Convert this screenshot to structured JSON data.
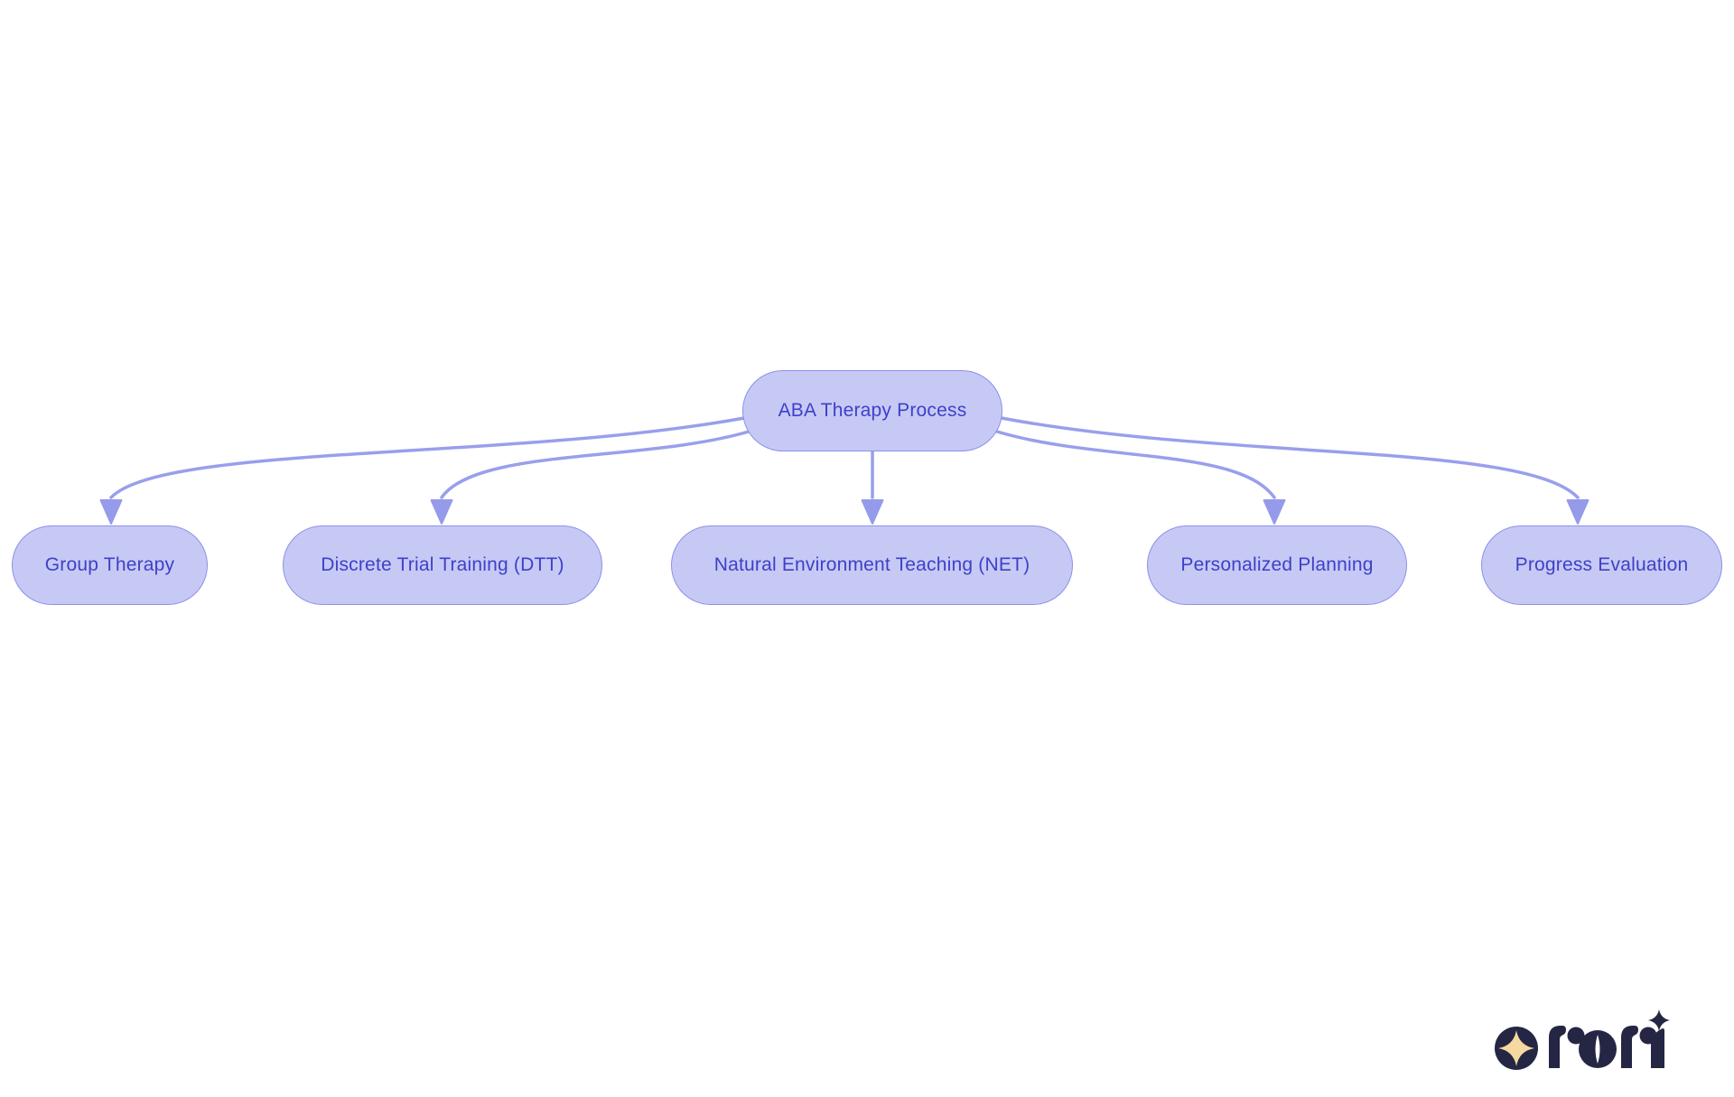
{
  "diagram": {
    "type": "flowchart",
    "direction": "top-down",
    "root": {
      "label": "ABA Therapy Process"
    },
    "children": [
      {
        "label": "Group Therapy"
      },
      {
        "label": "Discrete Trial Training (DTT)"
      },
      {
        "label": "Natural Environment Teaching (NET)"
      },
      {
        "label": "Personalized Planning"
      },
      {
        "label": "Progress Evaluation"
      }
    ],
    "edges": [
      {
        "from": "ABA Therapy Process",
        "to": "Group Therapy"
      },
      {
        "from": "ABA Therapy Process",
        "to": "Discrete Trial Training (DTT)"
      },
      {
        "from": "ABA Therapy Process",
        "to": "Natural Environment Teaching (NET)"
      },
      {
        "from": "ABA Therapy Process",
        "to": "Personalized Planning"
      },
      {
        "from": "ABA Therapy Process",
        "to": "Progress Evaluation"
      }
    ],
    "colors": {
      "background": "#ffffff",
      "node_fill": "#c7c9f5",
      "node_border": "#8b90e8",
      "node_text": "#3d41c8",
      "edge_line": "#999fec",
      "arrowhead": "#959bea"
    }
  },
  "branding": {
    "logo_text": "rori",
    "logo_mark_bg": "#252644",
    "logo_star_color": "#f6d9a0"
  }
}
